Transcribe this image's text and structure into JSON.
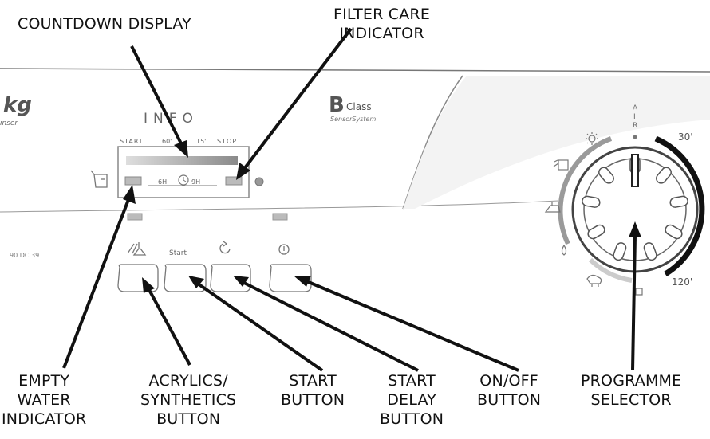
{
  "panel_text": {
    "brand_fragment": "kg",
    "brand_sub": "inser",
    "info": "INFO",
    "class_letter": "B",
    "class_word": "Class",
    "sensor_system": "SensorSystem",
    "model": "90 DC 39",
    "start_label": "Start",
    "scale": [
      "START",
      "60'",
      "15'",
      "STOP"
    ],
    "delay_left": "6H",
    "delay_right": "9H",
    "dial_air": "AIR",
    "dial_30": "30'",
    "dial_120": "120'"
  },
  "callouts": {
    "countdown_display": "COUNTDOWN DISPLAY",
    "filter_care": "FILTER CARE\nINDICATOR",
    "empty_water": "EMPTY\nWATER\nINDICATOR",
    "acrylics": "ACRYLICS/\nSYNTHETICS\nBUTTON",
    "start_button": "START\nBUTTON",
    "start_delay": "START\nDELAY\nBUTTON",
    "on_off": "ON/OFF\nBUTTON",
    "programme_selector": "PROGRAMME\nSELECTOR"
  },
  "icons": [
    "water-container-icon",
    "acrylics-icon",
    "delay-icon",
    "power-icon",
    "clock-icon",
    "sun-icon",
    "cupboard-icon",
    "iron-icon",
    "drop-icon",
    "sheep-icon",
    "shirt-icon"
  ],
  "colors": {
    "line": "#111111",
    "panel_line": "#555555",
    "grey": "#9a9a9a"
  }
}
